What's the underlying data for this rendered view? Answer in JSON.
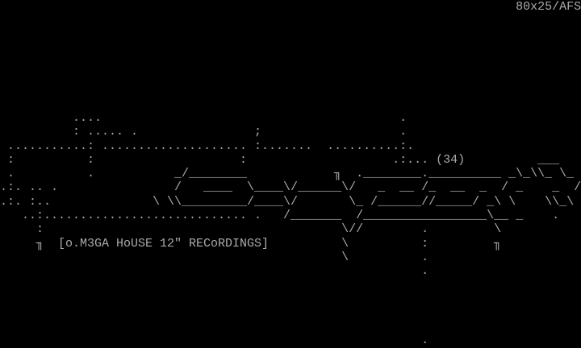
{
  "terminal": {
    "mode_label": "80x25/AFS",
    "fg_color": "#aaaaaa",
    "bg_color": "#000000",
    "lines": [
      "                                                                       80x25/AFS",
      "",
      "",
      "",
      "",
      "",
      "",
      "",
      "          ....                                         .",
      "          : ..... .                ;                   .",
      " ...........: .................... :.......  ..........:.",
      " :          :                    :                    .:... (34)          ___",
      " .          .           _/________            ╖  .________.__________ _\\_\\\\_ \\_",
      ".:. .. .                /   ____  \\____\\/______\\/   _  __ /_  __  _  / _    _  /",
      ".:. :..              \\ \\\\_________/____\\/       \\_ /______//_____/ _\\ \\    \\\\_\\",
      "   ..:............................ .   /_______  /_________________\\__ _    .",
      "     :                                         \\//        .         \\",
      "     ╖  [o.M3GA HoUSE 12\" RECoRDINGS]          \\          :         ╖",
      "                                               \\          .",
      "                                                          .",
      "",
      "",
      "",
      "",
      "                                                          ."
    ]
  }
}
